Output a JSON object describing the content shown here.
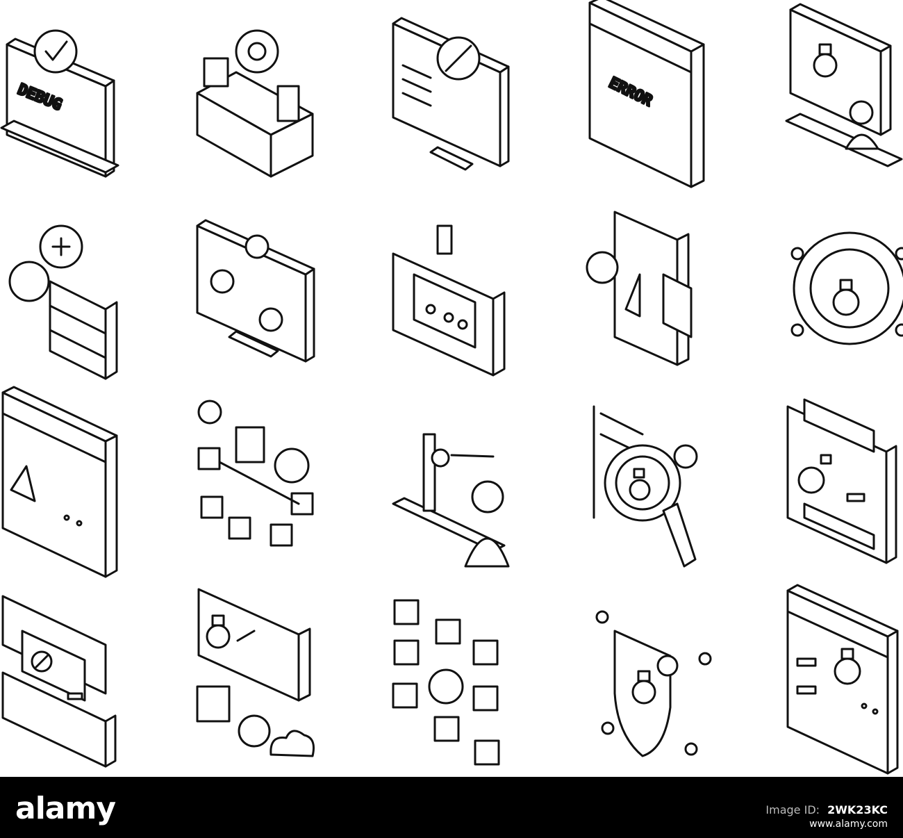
{
  "sheet": {
    "icons": [
      {
        "name": "debug-laptop-icon",
        "text": "DEBUG"
      },
      {
        "name": "blocks-gear-icon",
        "text": ""
      },
      {
        "name": "monitor-forbidden-icon",
        "text": ""
      },
      {
        "name": "error-window-icon",
        "text": "ERROR"
      },
      {
        "name": "presentation-bug-icon",
        "text": ""
      },
      {
        "name": "server-error-icon",
        "text": ""
      },
      {
        "name": "monitor-bugs-icon",
        "text": ""
      },
      {
        "name": "folder-bug-icon",
        "text": ""
      },
      {
        "name": "puzzle-bug-icon",
        "text": ""
      },
      {
        "name": "gear-bug-icon",
        "text": ""
      },
      {
        "name": "warning-window-icon",
        "text": ""
      },
      {
        "name": "network-boxes-icon",
        "text": ""
      },
      {
        "name": "developer-board-icon",
        "text": ""
      },
      {
        "name": "magnifier-bug-icon",
        "text": ""
      },
      {
        "name": "card-bug-icon",
        "text": ""
      },
      {
        "name": "windows-stack-icon",
        "text": ""
      },
      {
        "name": "billboard-cloud-icon",
        "text": ""
      },
      {
        "name": "cubes-gear-icon",
        "text": ""
      },
      {
        "name": "shield-bug-icon",
        "text": ""
      },
      {
        "name": "document-bug-icon",
        "text": ""
      }
    ]
  },
  "footer": {
    "brand": "alamy",
    "image_id_label": "Image ID:",
    "image_id_value": "2WK23KC",
    "url": "www.alamy.com"
  },
  "colors": {
    "ink": "#111111",
    "paper": "#ffffff",
    "footer": "#000000"
  }
}
